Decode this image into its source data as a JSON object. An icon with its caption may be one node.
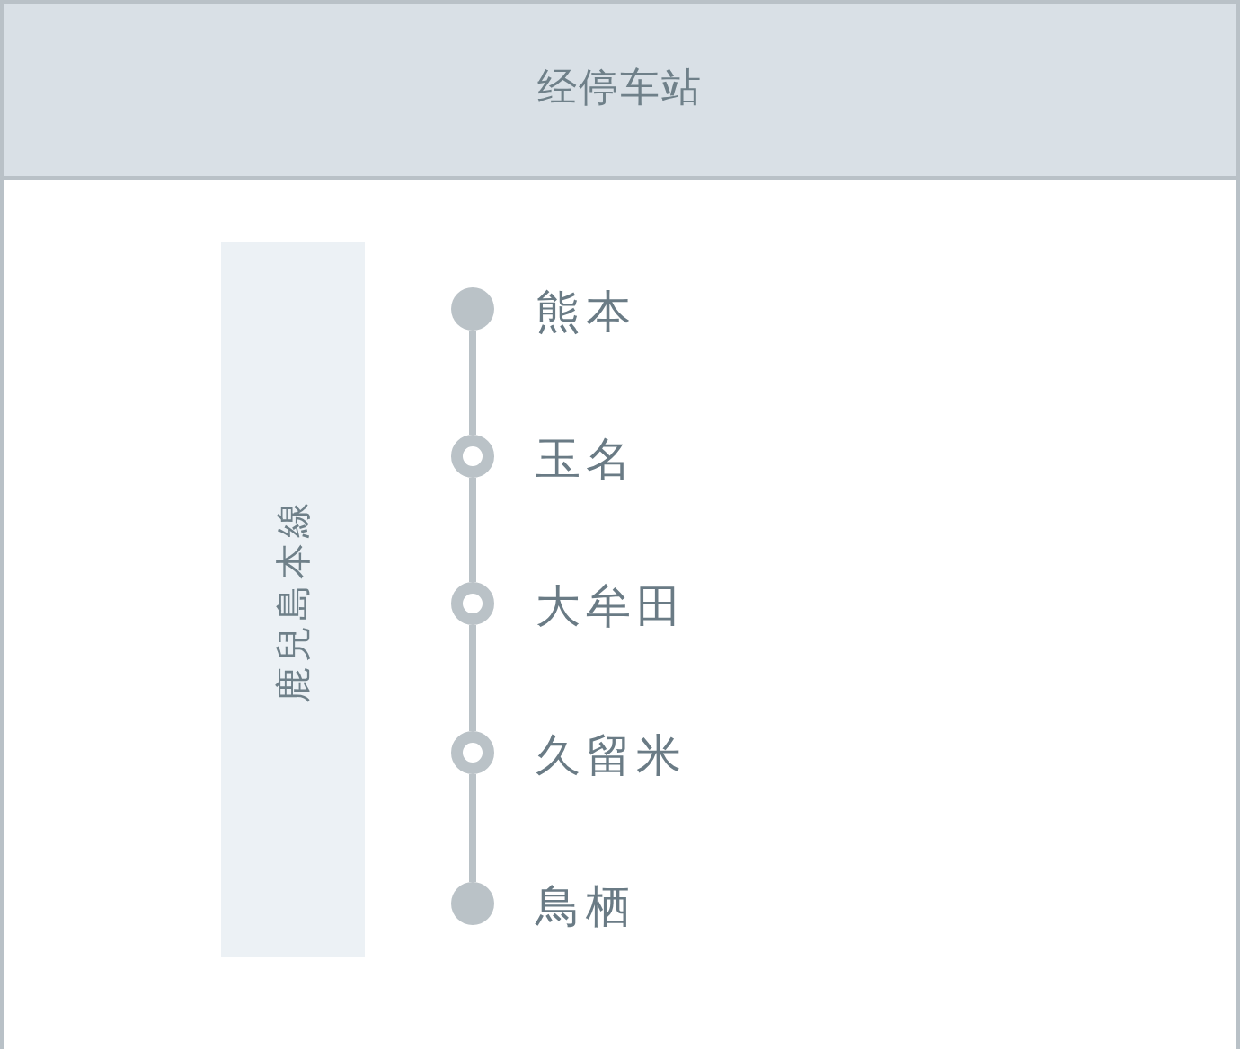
{
  "diagram": {
    "title": "经停车站",
    "nodes": [
      {
        "text": [
          "鹿兒島本線"
        ]
      },
      {
        "text": [],
        "shape": "circle",
        "beside": [
          "熊本"
        ]
      },
      {
        "text": [],
        "shape": "ring",
        "beside": [
          "玉名"
        ]
      },
      {
        "text": [],
        "shape": "ring",
        "beside": [
          "大牟田"
        ]
      },
      {
        "text": [],
        "shape": "ring",
        "beside": [
          "久留米"
        ]
      },
      {
        "text": [],
        "shape": "circle",
        "beside": [
          "鳥栖"
        ]
      }
    ],
    "edges": [
      {
        "from": 1,
        "to": 2,
        "arrow": "none"
      },
      {
        "from": 2,
        "to": 3,
        "arrow": "none"
      },
      {
        "from": 3,
        "to": 4,
        "arrow": "none"
      },
      {
        "from": 4,
        "to": 5,
        "arrow": "none"
      }
    ]
  }
}
